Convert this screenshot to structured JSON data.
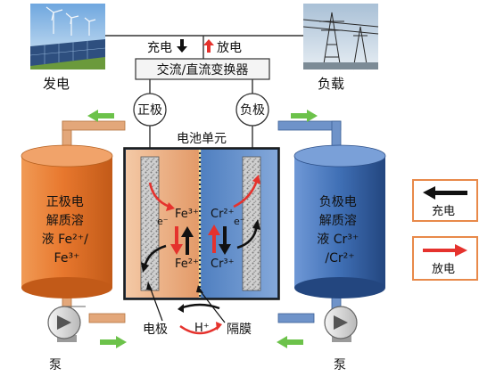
{
  "top": {
    "generation_label": "发电",
    "load_label": "负载",
    "charge_label": "充电",
    "discharge_label": "放电",
    "converter_label": "交流/直流变换器"
  },
  "electrodes": {
    "positive_label": "正极",
    "negative_label": "负极"
  },
  "cell": {
    "title": "电池单元",
    "electrode_label": "电极",
    "membrane_label": "隔膜",
    "proton_label": "H⁺",
    "electron_left": "e⁻",
    "electron_right": "e⁻",
    "fe3": "Fe³⁺",
    "fe2": "Fe²⁺",
    "cr2": "Cr²⁺",
    "cr3": "Cr³⁺"
  },
  "tanks": {
    "positive": [
      "正极电",
      "解质溶",
      "液 Fe²⁺/",
      "Fe³⁺"
    ],
    "negative": [
      "负极电",
      "解质溶",
      "液 Cr³⁺",
      "/Cr²⁺"
    ]
  },
  "pumps": {
    "left_label": "泵",
    "right_label": "泵"
  },
  "legend": {
    "charge_label": "充电",
    "discharge_label": "放电"
  },
  "colors": {
    "positive_tank": "#e8782e",
    "negative_tank": "#3f6fb5",
    "left_half_cell": "#e8a578",
    "right_half_cell": "#4f7fc0",
    "charge_arrow": "#111111",
    "discharge_arrow": "#e5322d",
    "flow_arrow": "#6cc24a",
    "legend_border": "#e8894a"
  }
}
